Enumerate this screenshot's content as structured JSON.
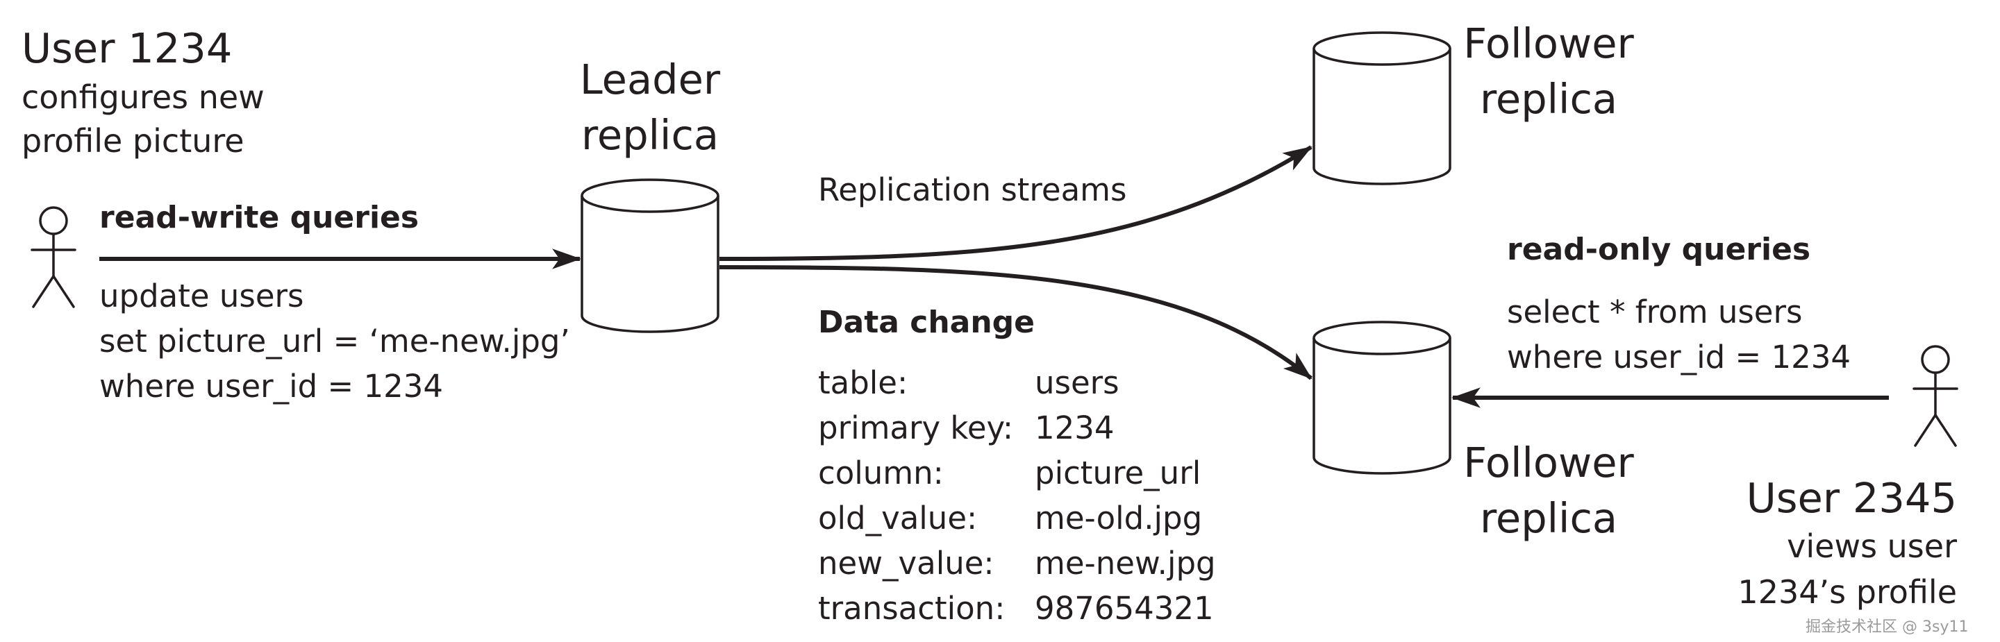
{
  "user_a": {
    "name": "User 1234",
    "desc_line1": "configures new",
    "desc_line2": "profile picture"
  },
  "write_query": {
    "heading": "read-write queries",
    "line1": "update users",
    "line2": "set picture_url = ‘me-new.jpg’",
    "line3": "where user_id = 1234"
  },
  "leader": {
    "line1": "Leader",
    "line2": "replica"
  },
  "replication": {
    "label": "Replication streams"
  },
  "follower_top": {
    "line1": "Follower",
    "line2": "replica"
  },
  "follower_bottom": {
    "line1": "Follower",
    "line2": "replica"
  },
  "read_query": {
    "heading": "read-only queries",
    "line1": "select * from users",
    "line2": "where user_id = 1234"
  },
  "data_change": {
    "heading": "Data change",
    "rows": [
      {
        "key": "table:",
        "value": "users"
      },
      {
        "key": "primary key:",
        "value": "1234"
      },
      {
        "key": "column:",
        "value": "picture_url"
      },
      {
        "key": "old_value:",
        "value": "me-old.jpg"
      },
      {
        "key": "new_value:",
        "value": "me-new.jpg"
      },
      {
        "key": "transaction:",
        "value": "987654321"
      }
    ]
  },
  "user_b": {
    "name": "User 2345",
    "desc_line1": "views user",
    "desc_line2": "1234’s profile"
  },
  "watermark": "掘金技术社区 @ 3sy11",
  "colors": {
    "ink": "#231f20",
    "background": "#ffffff"
  },
  "icons": {
    "users": "stick-figure-icon",
    "replicas": "database-cylinder-icon"
  }
}
